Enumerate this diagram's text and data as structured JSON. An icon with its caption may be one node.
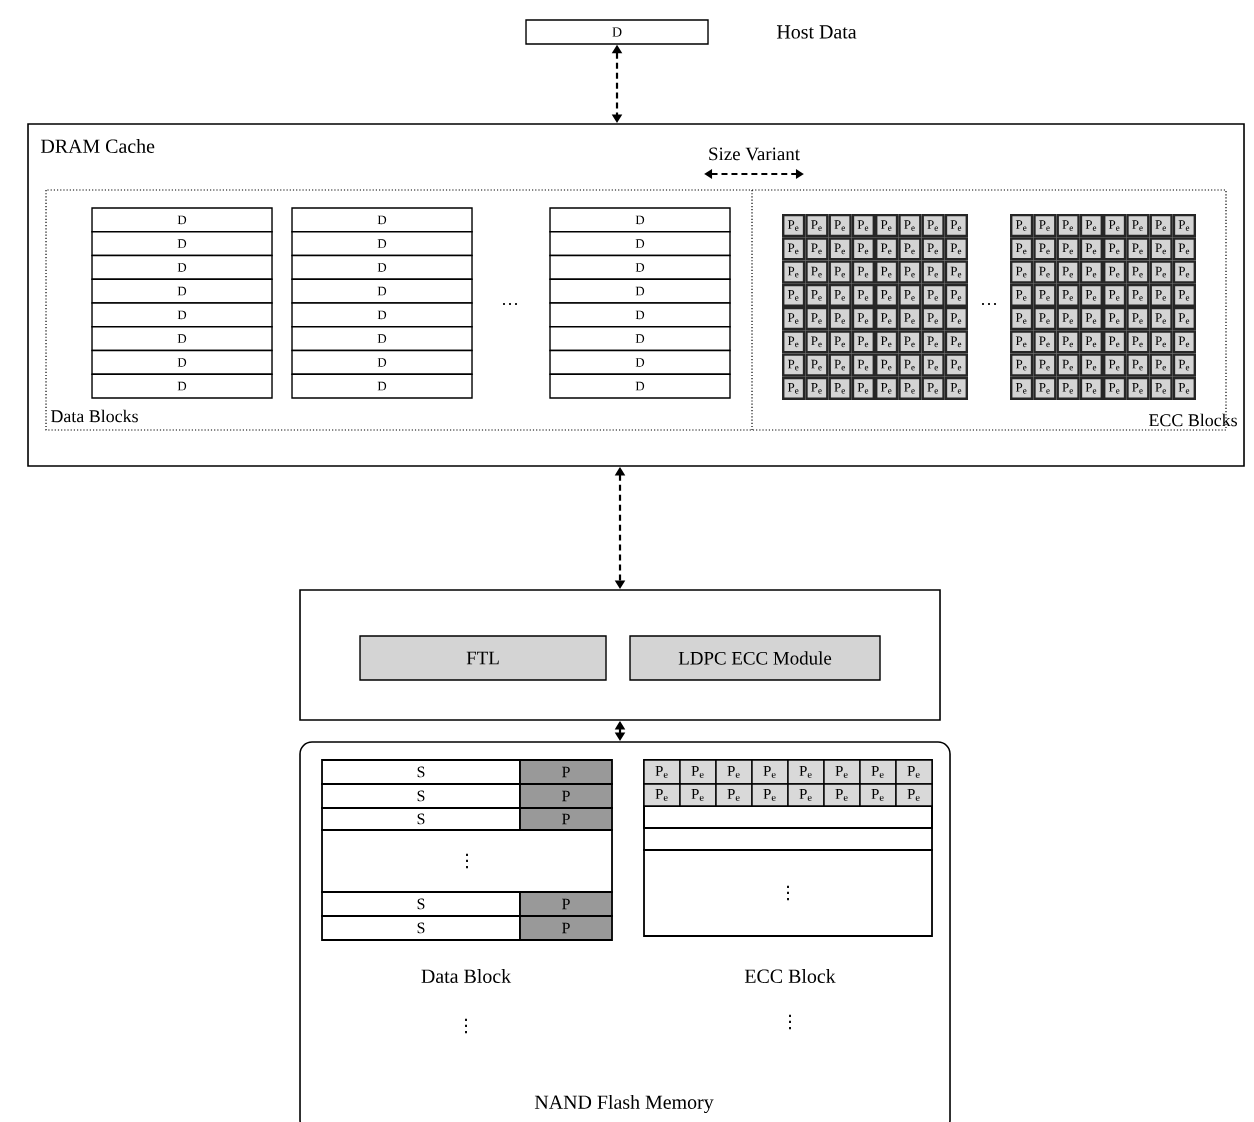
{
  "diagram": {
    "nodes": [
      {
        "text": [
          "D"
        ],
        "beside": [
          "Host Data"
        ]
      },
      {
        "text": [
          "DRAM Cache"
        ]
      },
      {
        "text": [],
        "shape": "box"
      },
      {
        "text": [
          "FTL"
        ],
        "in": 2
      },
      {
        "text": [
          "LDPC ECC Module"
        ],
        "in": 2
      },
      {
        "text": [
          "NAND Flash Memory"
        ]
      }
    ],
    "edges": [
      {
        "from": 0,
        "to": 1,
        "arrow": "both",
        "style": "dashed"
      },
      {
        "from": 1,
        "to": 2,
        "arrow": "both",
        "style": "dashed"
      },
      {
        "from": 2,
        "to": 5,
        "arrow": "both",
        "style": "dashed"
      }
    ],
    "labels": [
      "Size Variant",
      "D",
      "D",
      "D",
      "D",
      "D",
      "D",
      "D",
      "D",
      "D",
      "D",
      "D",
      "D",
      "D",
      "D",
      "D",
      "D",
      "D",
      "D",
      "D",
      "D",
      "D",
      "D",
      "D",
      "D",
      "…",
      "P$_{e}$",
      "P$_{e}$",
      "P$_{e}$",
      "P$_{e}$",
      "P$_{e}$",
      "P$_{e}$",
      "P$_{e}$",
      "P$_{e}$",
      "P$_{e}$",
      "P$_{e}$",
      "P$_{e}$",
      "P$_{e}$",
      "P$_{e}$",
      "P$_{e}$",
      "P$_{e}$",
      "P$_{e}$",
      "P$_{e}$",
      "P$_{e}$",
      "P$_{e}$",
      "P$_{e}$",
      "P$_{e}$",
      "P$_{e}$",
      "P$_{e}$",
      "P$_{e}$",
      "P$_{e}$",
      "P$_{e}$",
      "P$_{e}$",
      "P$_{e}$",
      "P$_{e}$",
      "P$_{e}$",
      "P$_{e}$",
      "P$_{e}$",
      "P$_{e}$",
      "P$_{e}$",
      "P$_{e}$",
      "P$_{e}$",
      "P$_{e}$",
      "P$_{e}$",
      "P$_{e}$",
      "P$_{e}$",
      "P$_{e}$",
      "P$_{e}$",
      "P$_{e}$",
      "P$_{e}$",
      "P$_{e}$",
      "P$_{e}$",
      "P$_{e}$",
      "P$_{e}$",
      "P$_{e}$",
      "P$_{e}$",
      "P$_{e}$",
      "P$_{e}$",
      "P$_{e}$",
      "P$_{e}$",
      "P$_{e}$",
      "P$_{e}$",
      "P$_{e}$",
      "P$_{e}$",
      "P$_{e}$",
      "P$_{e}$",
      "P$_{e}$",
      "P$_{e}$",
      "P$_{e}$",
      "P$_{e}$",
      "P$_{e}$",
      "P$_{e}$",
      "P$_{e}$",
      "P$_{e}$",
      "P$_{e}$",
      "P$_{e}$",
      "P$_{e}$",
      "P$_{e}$",
      "P$_{e}$",
      "P$_{e}$",
      "P$_{e}$",
      "P$_{e}$",
      "P$_{e}$",
      "P$_{e}$",
      "P$_{e}$",
      "P$_{e}$",
      "P$_{e}$",
      "P$_{e}$",
      "P$_{e}$",
      "P$_{e}$",
      "P$_{e}$",
      "P$_{e}$",
      "P$_{e}$",
      "P$_{e}$",
      "P$_{e}$",
      "P$_{e}$",
      "P$_{e}$",
      "P$_{e}$",
      "P$_{e}$",
      "P$_{e}$",
      "P$_{e}$",
      "P$_{e}$",
      "P$_{e}$",
      "P$_{e}$",
      "P$_{e}$",
      "P$_{e}$",
      "P$_{e}$",
      "P$_{e}$",
      "P$_{e}$",
      "P$_{e}$",
      "P$_{e}$",
      "P$_{e}$",
      "P$_{e}$",
      "P$_{e}$",
      "P$_{e}$",
      "P$_{e}$",
      "P$_{e}$",
      "P$_{e}$",
      "P$_{e}$",
      "P$_{e}$",
      "P$_{e}$",
      "P$_{e}$",
      "P$_{e}$",
      "P$_{e}$",
      "P$_{e}$",
      "P$_{e}$",
      "P$_{e}$",
      "P$_{e}$",
      "P$_{e}$",
      "P$_{e}$",
      "P$_{e}$",
      "P$_{e}$",
      "P$_{e}$",
      "P$_{e}$",
      "…",
      "Data Blocks",
      "ECC Blocks",
      "S",
      "P",
      "S",
      "P",
      "S",
      "P",
      "⋮",
      "S",
      "P",
      "S",
      "P",
      "P$_{e}$",
      "P$_{e}$",
      "P$_{e}$",
      "P$_{e}$",
      "P$_{e}$",
      "P$_{e}$",
      "P$_{e}$",
      "P$_{e}$",
      "P$_{e}$",
      "P$_{e}$",
      "P$_{e}$",
      "P$_{e}$",
      "P$_{e}$",
      "P$_{e}$",
      "P$_{e}$",
      "P$_{e}$",
      "⋮",
      "Data Block",
      "ECC Block",
      "⋮",
      "⋮"
    ]
  }
}
